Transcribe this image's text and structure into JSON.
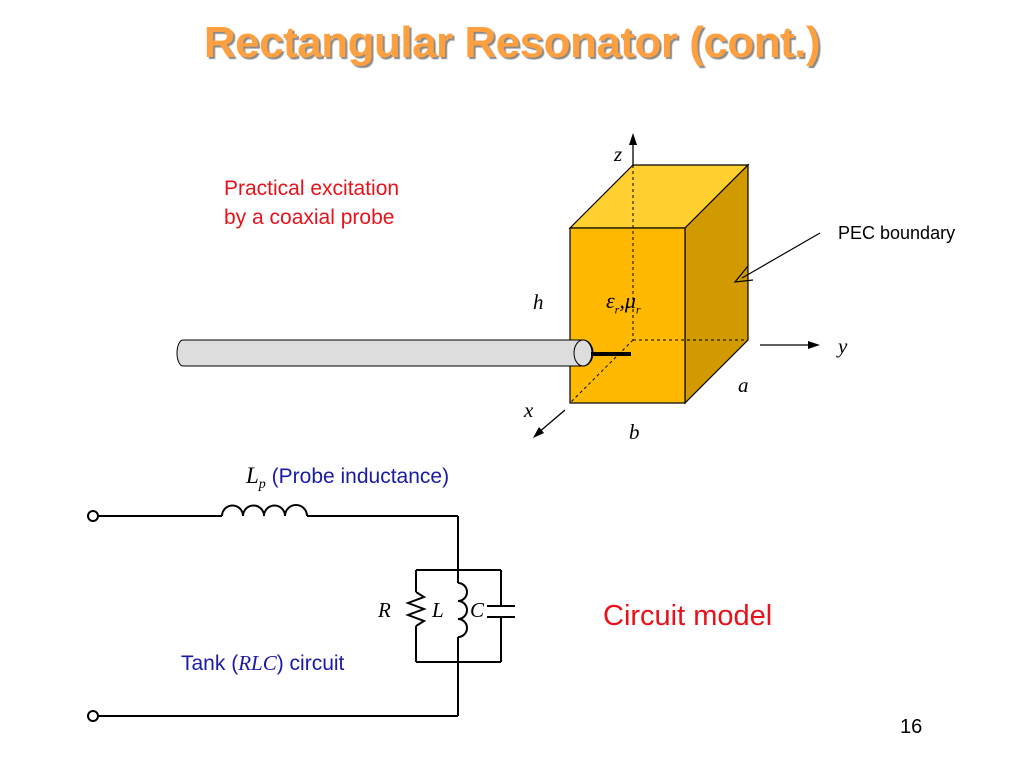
{
  "slide": {
    "title": "Rectangular Resonator (cont.)",
    "page_number": "16"
  },
  "resonator": {
    "excitation_line1": "Practical excitation",
    "excitation_line2": "by a coaxial probe",
    "pec_label": "PEC boundary",
    "axis_x": "x",
    "axis_y": "y",
    "axis_z": "z",
    "dim_a": "a",
    "dim_b": "b",
    "dim_h": "h",
    "material_eps": "ε",
    "material_mu": "μ",
    "material_sub": "r",
    "material_sep": ",",
    "colors": {
      "front": "#ffb900",
      "top": "#ffd030",
      "side": "#d09a00",
      "probe": "#dddddd"
    }
  },
  "circuit": {
    "lp_symbol": "L",
    "lp_sub": "p",
    "lp_desc": "(Probe inductance)",
    "r_label": "R",
    "l_label": "L",
    "c_label": "C",
    "tank_prefix": "Tank (",
    "tank_rlc": "RLC",
    "tank_suffix": ") circuit",
    "model_label": "Circuit model"
  }
}
